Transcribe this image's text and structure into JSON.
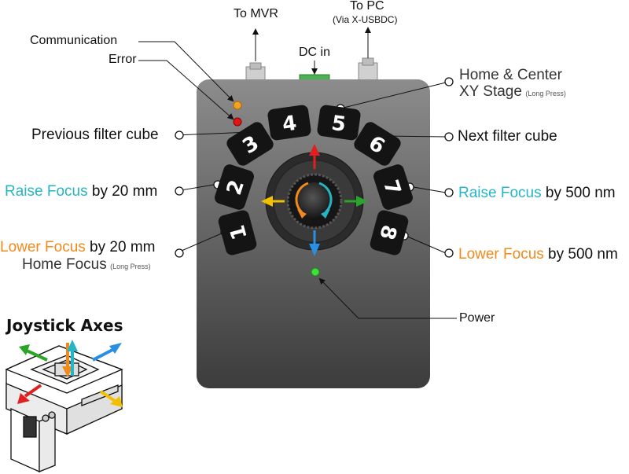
{
  "labels": {
    "to_mvr": "To MVR",
    "to_pc": "To PC",
    "to_pc_sub": "(Via X-USBDC)",
    "dc_in": "DC in",
    "communication": "Communication",
    "error": "Error",
    "home_center_1": "Home & Center",
    "home_center_2": "XY Stage",
    "long_press": "(Long Press)",
    "previous_filter": "Previous filter cube",
    "next_filter": "Next filter cube",
    "raise_focus": "Raise Focus",
    "lower_focus": "Lower Focus",
    "by_20mm": " by 20 mm",
    "by_500nm": " by 500 nm",
    "home_focus": "Home Focus",
    "power": "Power",
    "joystick_axes": "Joystick Axes"
  },
  "buttons": [
    "1",
    "2",
    "3",
    "4",
    "5",
    "6",
    "7",
    "8"
  ],
  "colors": {
    "raise": "#26b5c4",
    "lower": "#f08a1c",
    "body_top": "#8a8a8a",
    "body_bottom": "#3e3e3e",
    "led_comm": "#f5a023",
    "led_error": "#e01515",
    "led_power": "#3ee03e",
    "arrow_red": "#e02020",
    "arrow_yellow": "#f2c000",
    "arrow_green": "#2aa52a",
    "arrow_blue": "#2a8fe0"
  }
}
